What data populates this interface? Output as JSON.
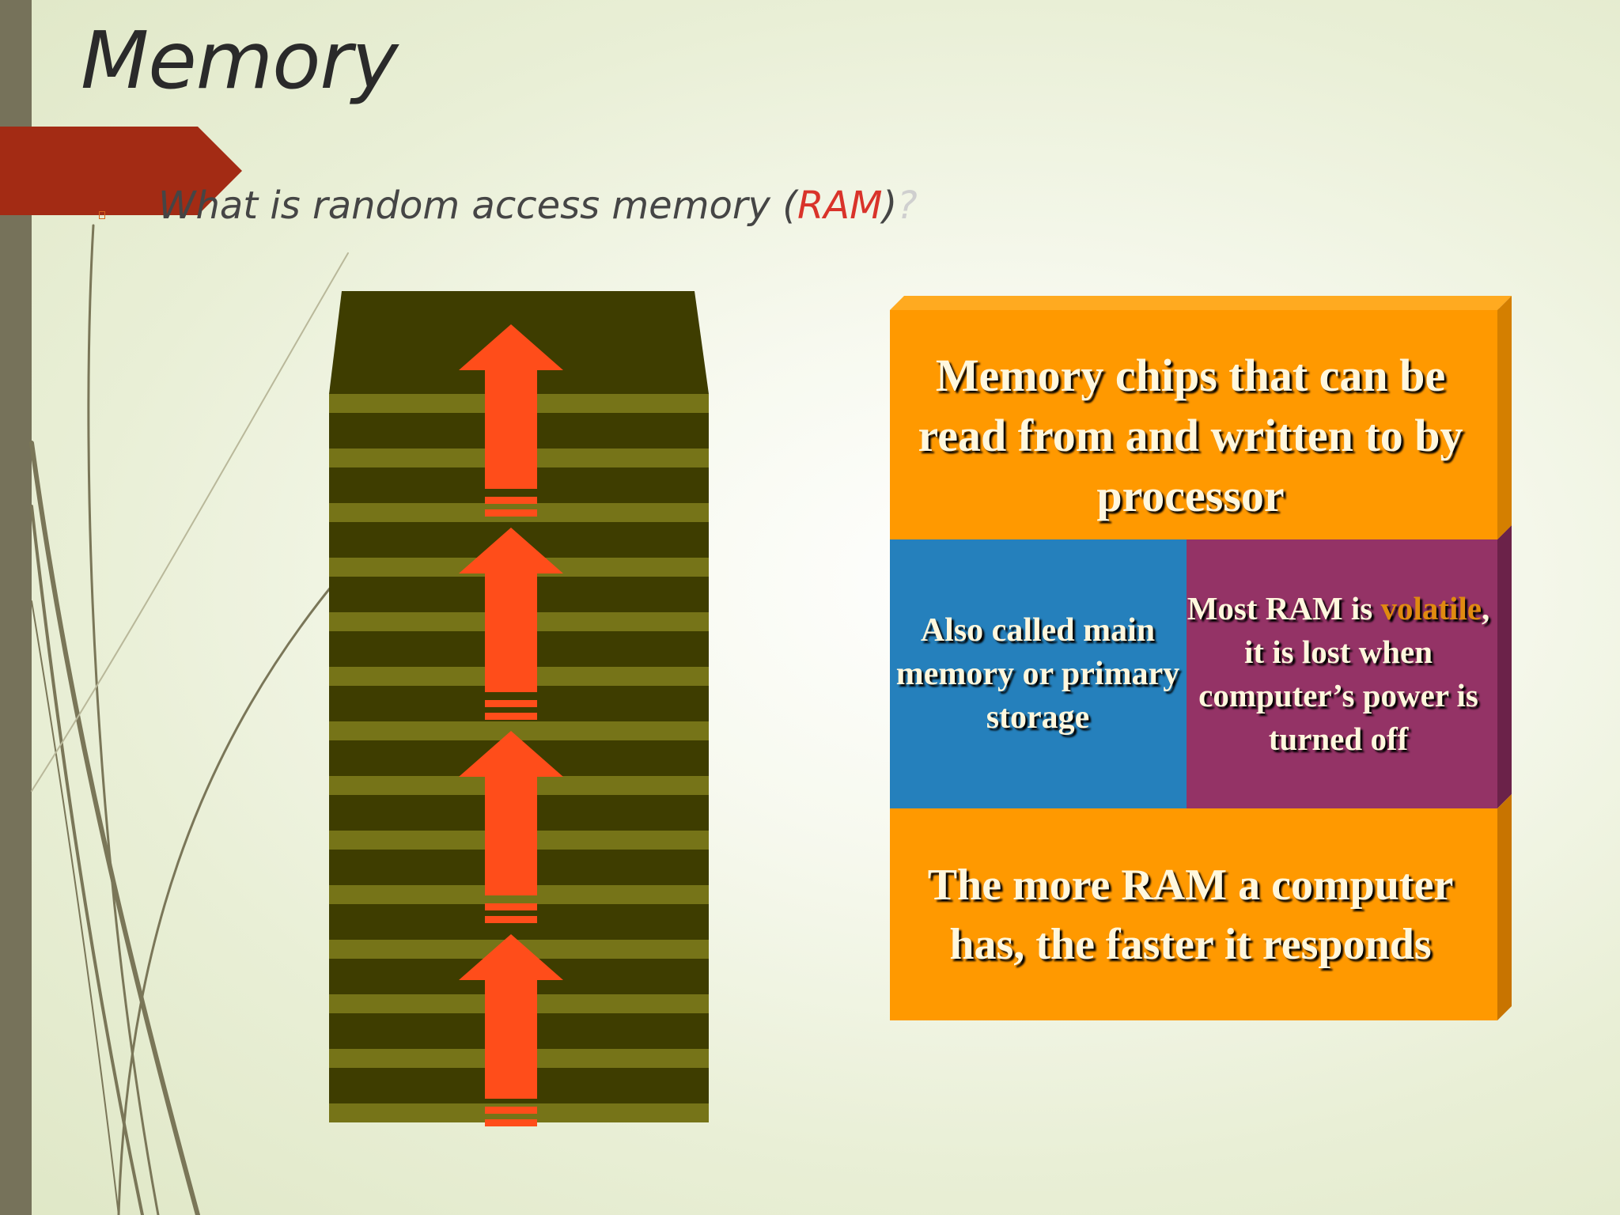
{
  "slide": {
    "title": "Memory",
    "subtitle": {
      "prefix": "What is random access memory (",
      "highlight": "RAM",
      "suffix": ")",
      "trailing": "?"
    }
  },
  "info_block": {
    "top_text": "Memory chips that can be read from and written to by processor",
    "left_text": "Also called main memory or primary storage",
    "right_text_prefix": "Most RAM is ",
    "right_text_highlight": "volatile",
    "right_text_suffix": ", it is lost when computer’s power is turned off",
    "bottom_text": "The more RAM a computer has, the faster it responds"
  },
  "colors": {
    "accent_ribbon": "#a32b14",
    "side_bar": "#76725a",
    "orange_panel": "#ff9900",
    "blue_panel": "#2580bc",
    "purple_panel": "#943366",
    "chip_dark": "#3e3d00",
    "chip_light": "#767418",
    "arrow": "#ff4d1a",
    "highlight_red": "#d9332a",
    "highlight_volatile": "#e08a10"
  },
  "icons": {
    "stack": "memory-chip-stack-icon",
    "arrow": "up-arrow-icon"
  }
}
